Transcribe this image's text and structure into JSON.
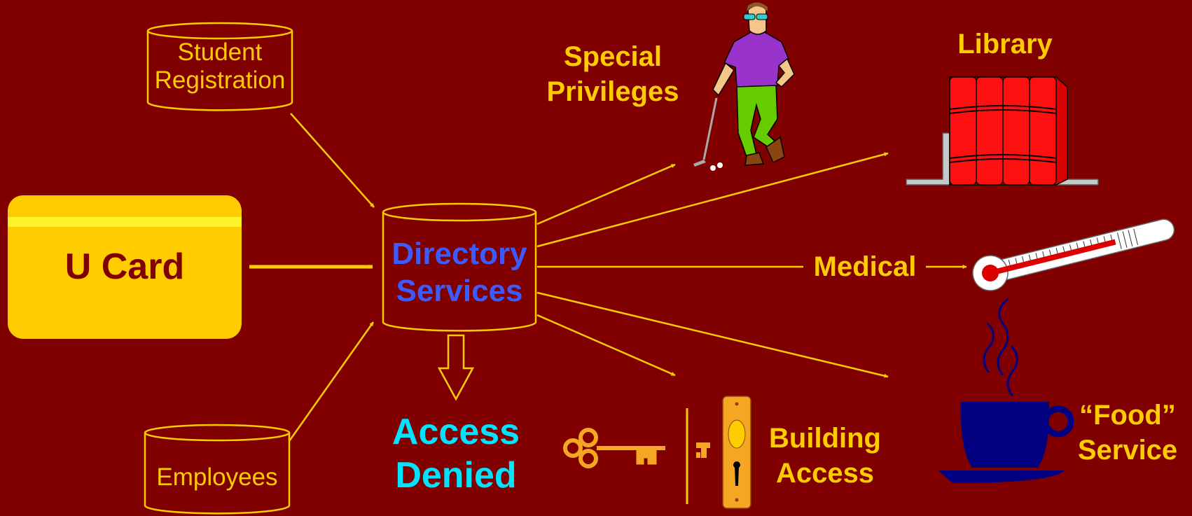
{
  "colors": {
    "background": "#800000",
    "accent": "#FFCC00",
    "directory_text": "#3B5BFF",
    "denied_text": "#00E5FF",
    "card_fill": "#FFCC00",
    "card_text": "#800000"
  },
  "nodes": {
    "student_registration": {
      "line1": "Student",
      "line2": "Registration"
    },
    "employees": {
      "label": "Employees"
    },
    "u_card": {
      "label": "U Card"
    },
    "directory_services": {
      "line1": "Directory",
      "line2": "Services"
    },
    "access_denied": {
      "line1": "Access",
      "line2": "Denied"
    },
    "special_privileges": {
      "line1": "Special",
      "line2": "Privileges"
    },
    "library": {
      "label": "Library"
    },
    "medical": {
      "label": "Medical"
    },
    "building_access": {
      "line1": "Building",
      "line2": "Access"
    },
    "food_service": {
      "line1": "“Food”",
      "line2": "Service"
    }
  },
  "icons": [
    "golfer-icon",
    "books-icon",
    "thermometer-icon",
    "coffee-cup-icon",
    "key-icon",
    "door-lock-icon",
    "database-cylinder-icon"
  ]
}
